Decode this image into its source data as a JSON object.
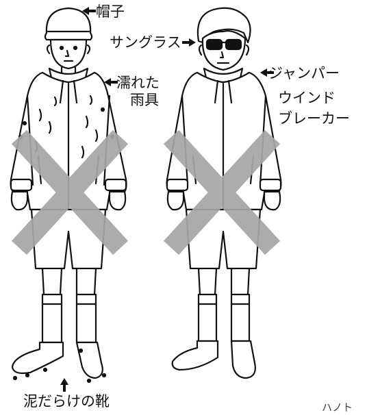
{
  "labels": {
    "hat": "帽子",
    "sunglasses": "サングラス",
    "wet_gear_line1": "濡れた",
    "wet_gear_line2": "雨具",
    "jumper": "ジャンパー",
    "windbreaker_line1": "ウインド",
    "windbreaker_line2": "ブレーカー",
    "muddy_shoes": "泥だらけの靴",
    "credit": "ハノト"
  },
  "colors": {
    "ink": "#111111",
    "cross": "#a6a6a6",
    "paper": "#ffffff"
  },
  "icons": [
    "left-arrow-icon",
    "right-arrow-icon",
    "up-arrow-icon",
    "prohibited-cross-icon"
  ]
}
